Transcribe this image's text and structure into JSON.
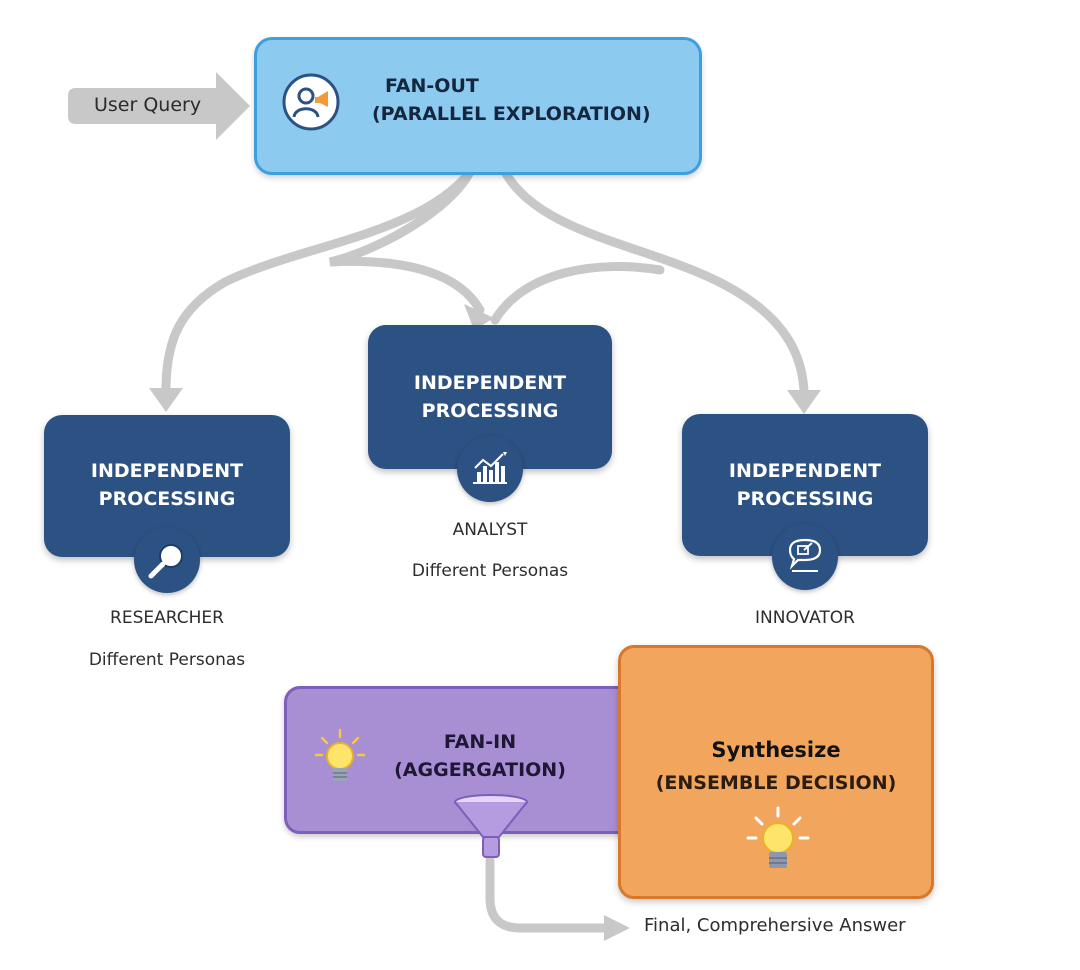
{
  "input": {
    "label": "User Query"
  },
  "fan_out": {
    "title": "FAN-OUT",
    "subtitle": "(PARALLEL EXPLORATION)",
    "icon": "user-megaphone-icon"
  },
  "processors": [
    {
      "heading_line1": "INDEPENDENT",
      "heading_line2": "PROCESSING",
      "role": "RESEARCHER",
      "persona": "Different Personas",
      "icon": "magnifier-icon"
    },
    {
      "heading_line1": "INDEPENDENT",
      "heading_line2": "PROCESSING",
      "role": "ANALYST",
      "persona": "Different Personas",
      "icon": "bar-chart-icon"
    },
    {
      "heading_line1": "INDEPENDENT",
      "heading_line2": "PROCESSING",
      "role": "INNOVATOR",
      "persona": "",
      "icon": "idea-bubble-icon"
    }
  ],
  "fan_in": {
    "title": "FAN-IN",
    "subtitle": "(AGGERGATION)",
    "icons": [
      "lightbulb-icon",
      "funnel-icon"
    ]
  },
  "synthesize": {
    "title": "Synthesize",
    "subtitle": "(ENSEMBLE DECISION)",
    "icon": "lightbulb-icon"
  },
  "output": {
    "label": "Final, Comprehersive Answer"
  },
  "colors": {
    "fan_out_fill": "#8dcaf0",
    "fan_out_border": "#3d9fe0",
    "processing_fill": "#2c5183",
    "fan_in_fill": "#a88fd3",
    "synthesize_fill": "#f2a55c",
    "connector": "#c8c8c8"
  }
}
